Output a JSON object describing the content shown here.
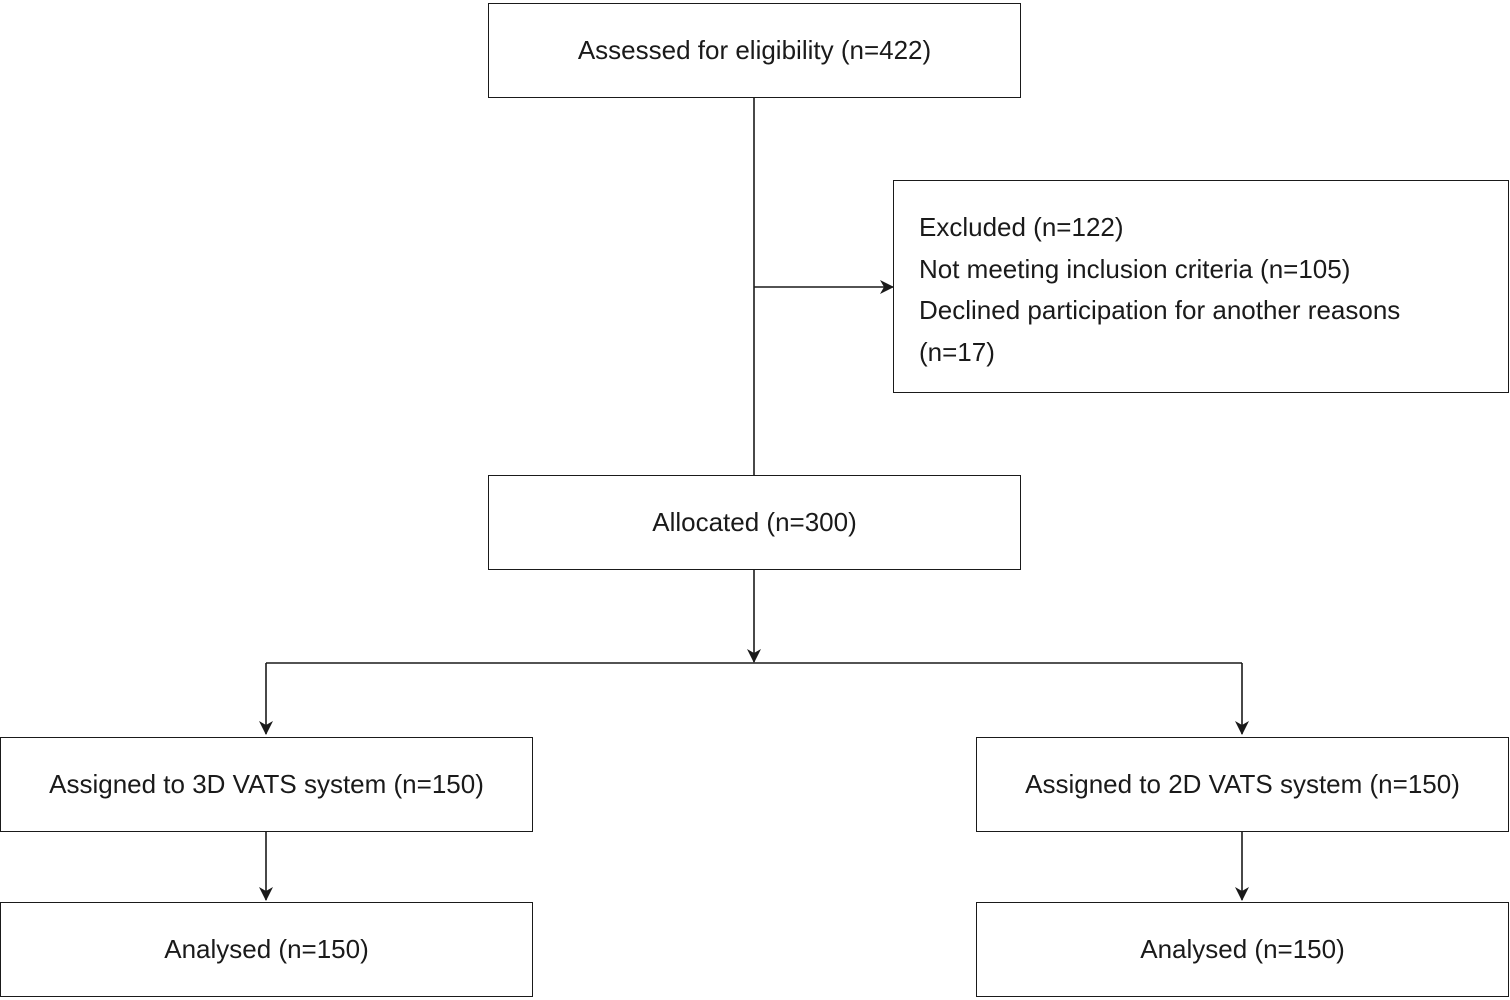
{
  "flowchart": {
    "assessed": "Assessed for eligibility (n=422)",
    "excluded": {
      "title": "Excluded (n=122)",
      "reason_1": "Not meeting inclusion criteria (n=105)",
      "reason_2_line_1": "Declined participation for another reasons",
      "reason_2_line_2": "(n=17)"
    },
    "allocated": "Allocated (n=300)",
    "assigned_3d": "Assigned to 3D VATS system (n=150)",
    "assigned_2d": "Assigned to 2D VATS system (n=150)",
    "analysed_3d": "Analysed (n=150)",
    "analysed_2d": "Analysed (n=150)"
  }
}
